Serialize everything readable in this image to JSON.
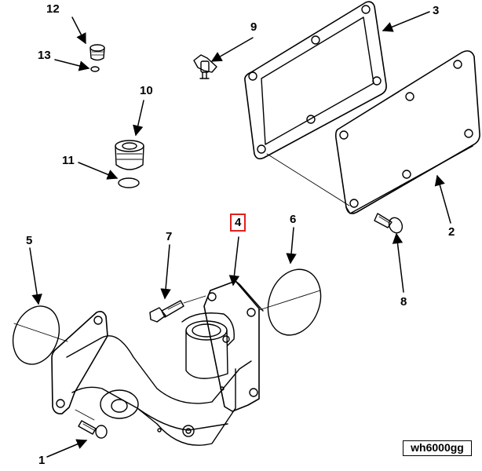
{
  "callouts": {
    "c1": "1",
    "c2": "2",
    "c3": "3",
    "c4": "4",
    "c5": "5",
    "c6": "6",
    "c7": "7",
    "c8": "8",
    "c9": "9",
    "c10": "10",
    "c11": "11",
    "c12": "12",
    "c13": "13"
  },
  "highlight_color": "#e0201c",
  "reference_code": "wh6000gg"
}
